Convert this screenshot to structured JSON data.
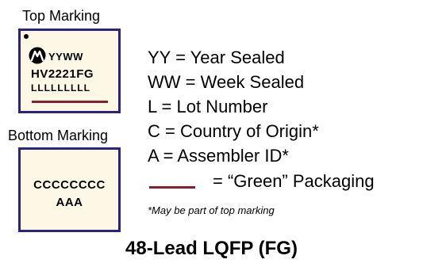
{
  "top_marking": {
    "heading": "Top Marking",
    "logo_icon": "microchip-logo-icon",
    "line1": "YYWW",
    "line2": "HV2221FG",
    "line3": "LLLLLLLLL"
  },
  "bottom_marking": {
    "heading": "Bottom Marking",
    "line1": "CCCCCCCC",
    "line2": "AAA"
  },
  "legend": {
    "items": [
      "YY = Year Sealed",
      "WW = Week Sealed",
      "L = Lot Number",
      "C = Country of Origin*",
      "A = Assembler ID*"
    ],
    "green_packaging": "= “Green” Packaging",
    "note": "*May be part of top marking"
  },
  "package_title": "48-Lead LQFP (FG)",
  "colors": {
    "chip_border": "#2b2380",
    "chip_fill": "#fdf8e6",
    "green_line": "#8b1f2b"
  }
}
